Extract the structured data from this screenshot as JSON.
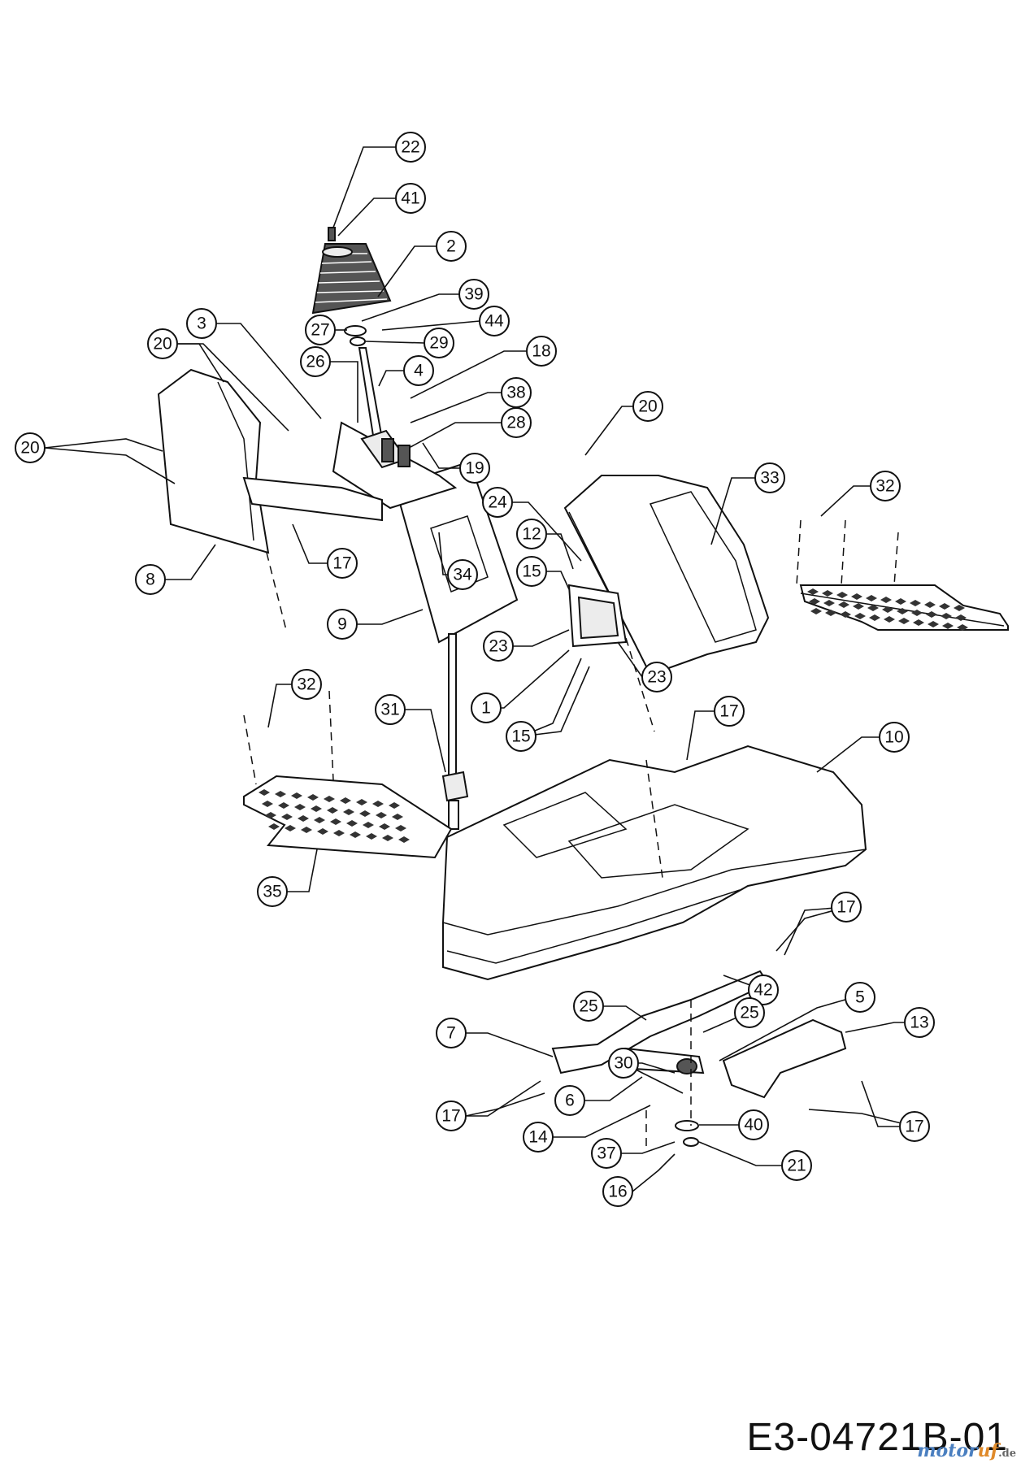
{
  "drawing_code": "E3-04721B-01",
  "watermark": {
    "part1": "motor",
    "part2": "uf",
    "part3": ".de"
  },
  "callouts": [
    {
      "id": "22",
      "label": "22"
    },
    {
      "id": "41",
      "label": "41"
    },
    {
      "id": "2",
      "label": "2"
    },
    {
      "id": "39",
      "label": "39"
    },
    {
      "id": "44",
      "label": "44"
    },
    {
      "id": "27",
      "label": "27"
    },
    {
      "id": "29",
      "label": "29"
    },
    {
      "id": "3",
      "label": "3"
    },
    {
      "id": "20a",
      "label": "20"
    },
    {
      "id": "26",
      "label": "26"
    },
    {
      "id": "4",
      "label": "4"
    },
    {
      "id": "18",
      "label": "18"
    },
    {
      "id": "38",
      "label": "38"
    },
    {
      "id": "28",
      "label": "28"
    },
    {
      "id": "20b",
      "label": "20"
    },
    {
      "id": "20c",
      "label": "20"
    },
    {
      "id": "19",
      "label": "19"
    },
    {
      "id": "33",
      "label": "33"
    },
    {
      "id": "32a",
      "label": "32"
    },
    {
      "id": "24",
      "label": "24"
    },
    {
      "id": "12",
      "label": "12"
    },
    {
      "id": "15a",
      "label": "15"
    },
    {
      "id": "8",
      "label": "8"
    },
    {
      "id": "17a",
      "label": "17"
    },
    {
      "id": "34",
      "label": "34"
    },
    {
      "id": "9",
      "label": "9"
    },
    {
      "id": "23a",
      "label": "23"
    },
    {
      "id": "23b",
      "label": "23"
    },
    {
      "id": "1",
      "label": "1"
    },
    {
      "id": "15b",
      "label": "15"
    },
    {
      "id": "32b",
      "label": "32"
    },
    {
      "id": "31",
      "label": "31"
    },
    {
      "id": "17b",
      "label": "17"
    },
    {
      "id": "10",
      "label": "10"
    },
    {
      "id": "35",
      "label": "35"
    },
    {
      "id": "17c",
      "label": "17"
    },
    {
      "id": "42",
      "label": "42"
    },
    {
      "id": "5",
      "label": "5"
    },
    {
      "id": "25a",
      "label": "25"
    },
    {
      "id": "25b",
      "label": "25"
    },
    {
      "id": "7",
      "label": "7"
    },
    {
      "id": "13",
      "label": "13"
    },
    {
      "id": "30",
      "label": "30"
    },
    {
      "id": "6",
      "label": "6"
    },
    {
      "id": "17d",
      "label": "17"
    },
    {
      "id": "40",
      "label": "40"
    },
    {
      "id": "17e",
      "label": "17"
    },
    {
      "id": "14",
      "label": "14"
    },
    {
      "id": "37",
      "label": "37"
    },
    {
      "id": "21",
      "label": "21"
    },
    {
      "id": "16",
      "label": "16"
    }
  ]
}
